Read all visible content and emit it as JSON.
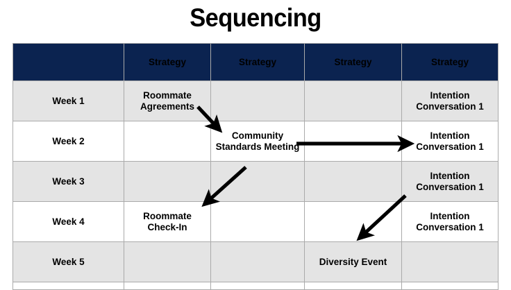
{
  "slide": {
    "title": "Sequencing",
    "accent_navy": "#0b2350",
    "row_shaded": "#e4e4e4",
    "row_plain": "#ffffff",
    "grid_line": "#aaaaaa",
    "arrow_color": "#000000"
  },
  "table": {
    "headers": [
      {
        "label": ""
      },
      {
        "label": "Strategy"
      },
      {
        "label": "Strategy"
      },
      {
        "label": "Strategy"
      },
      {
        "label": "Strategy"
      }
    ],
    "rows": [
      {
        "week": "Week 1",
        "s1": "Roommate Agreements",
        "s2": "",
        "s3": "",
        "s4": "Intention Conversation 1"
      },
      {
        "week": "Week 2",
        "s1": "",
        "s2": "Community Standards Meeting",
        "s3": "",
        "s4": "Intention Conversation 1"
      },
      {
        "week": "Week 3",
        "s1": "",
        "s2": "",
        "s3": "",
        "s4": "Intention Conversation 1"
      },
      {
        "week": "Week 4",
        "s1": "Roommate Check-In",
        "s2": "",
        "s3": "",
        "s4": "Intention Conversation 1"
      },
      {
        "week": "Week 5",
        "s1": "",
        "s2": "",
        "s3": "Diversity Event",
        "s4": ""
      },
      {
        "week": "",
        "s1": "",
        "s2": "",
        "s3": "",
        "s4": ""
      }
    ]
  },
  "arrows": [
    {
      "name": "arrow-roommate-agreements-to-community-standards",
      "from": "Roommate Agreements (Week 1)",
      "to": "Community Standards Meeting (Week 2)",
      "direction": "down-right"
    },
    {
      "name": "arrow-community-standards-to-intention-conversation",
      "from": "Community Standards Meeting (Week 2)",
      "to": "Intention Conversation 1 (Week 2)",
      "direction": "right"
    },
    {
      "name": "arrow-community-standards-to-roommate-check-in",
      "from": "Community Standards Meeting (Week 2)",
      "to": "Roommate Check-In (Week 4)",
      "direction": "down-left"
    },
    {
      "name": "arrow-intention-conversation-to-diversity-event",
      "from": "Intention Conversation 1 (Week 3)",
      "to": "Diversity Event (Week 5)",
      "direction": "down-left"
    }
  ]
}
